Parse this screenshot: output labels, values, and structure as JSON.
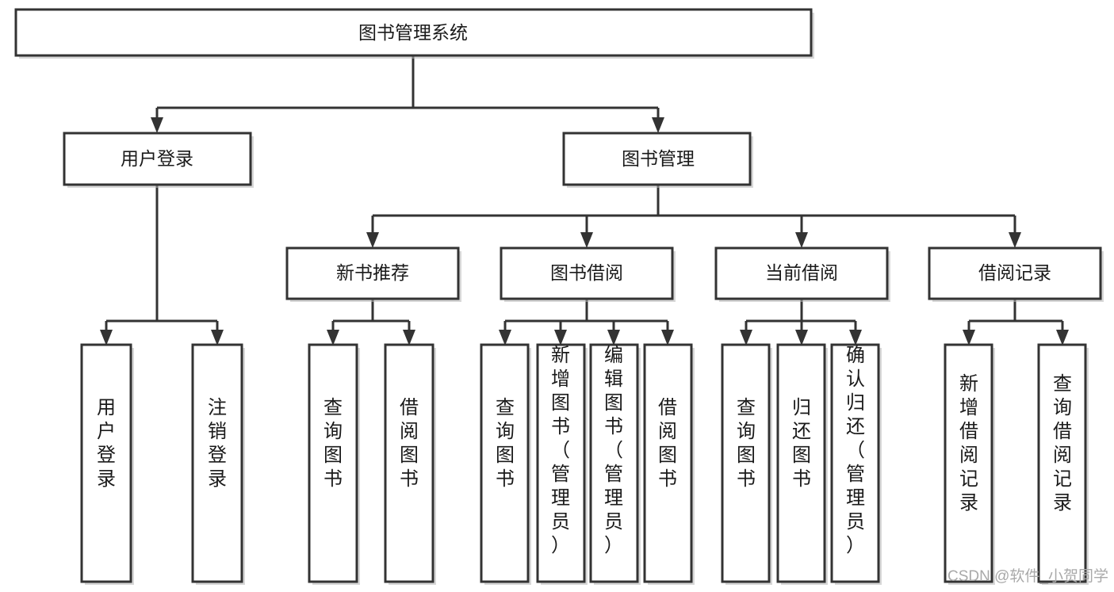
{
  "diagram": {
    "title": "图书管理系统",
    "type": "tree",
    "orientation": "top-down",
    "levels": [
      {
        "level": 1,
        "nodes": [
          {
            "id": "root",
            "label": "图书管理系统",
            "text_orientation": "horizontal"
          }
        ]
      },
      {
        "level": 2,
        "nodes": [
          {
            "id": "user-login",
            "label": "用户登录",
            "text_orientation": "horizontal",
            "parent": "root"
          },
          {
            "id": "book-manage",
            "label": "图书管理",
            "text_orientation": "horizontal",
            "parent": "root"
          }
        ]
      },
      {
        "level": 3,
        "nodes": [
          {
            "id": "new-book-rec",
            "label": "新书推荐",
            "text_orientation": "horizontal",
            "parent": "book-manage"
          },
          {
            "id": "book-borrow",
            "label": "图书借阅",
            "text_orientation": "horizontal",
            "parent": "book-manage"
          },
          {
            "id": "current-borrow",
            "label": "当前借阅",
            "text_orientation": "horizontal",
            "parent": "book-manage"
          },
          {
            "id": "borrow-record",
            "label": "借阅记录",
            "text_orientation": "horizontal",
            "parent": "book-manage"
          }
        ]
      },
      {
        "level": 4,
        "nodes": [
          {
            "id": "leaf-user-login",
            "label": "用户登录",
            "text_orientation": "vertical",
            "parent": "user-login"
          },
          {
            "id": "leaf-logout",
            "label": "注销登录",
            "text_orientation": "vertical",
            "parent": "user-login"
          },
          {
            "id": "leaf-query-book-1",
            "label": "查询图书",
            "text_orientation": "vertical",
            "parent": "new-book-rec"
          },
          {
            "id": "leaf-borrow-book-1",
            "label": "借阅图书",
            "text_orientation": "vertical",
            "parent": "new-book-rec"
          },
          {
            "id": "leaf-query-book-2",
            "label": "查询图书",
            "text_orientation": "vertical",
            "parent": "book-borrow"
          },
          {
            "id": "leaf-add-book",
            "label": "新增图书（管理员）",
            "text_orientation": "vertical",
            "parent": "book-borrow"
          },
          {
            "id": "leaf-edit-book",
            "label": "编辑图书（管理员）",
            "text_orientation": "vertical",
            "parent": "book-borrow"
          },
          {
            "id": "leaf-borrow-book-2",
            "label": "借阅图书",
            "text_orientation": "vertical",
            "parent": "book-borrow"
          },
          {
            "id": "leaf-query-book-3",
            "label": "查询图书",
            "text_orientation": "vertical",
            "parent": "current-borrow"
          },
          {
            "id": "leaf-return-book",
            "label": "归还图书",
            "text_orientation": "vertical",
            "parent": "current-borrow"
          },
          {
            "id": "leaf-confirm-return",
            "label": "确认归还（管理员）",
            "text_orientation": "vertical",
            "parent": "current-borrow"
          },
          {
            "id": "leaf-add-record",
            "label": "新增借阅记录",
            "text_orientation": "vertical",
            "parent": "borrow-record"
          },
          {
            "id": "leaf-query-record",
            "label": "查询借阅记录",
            "text_orientation": "vertical",
            "parent": "borrow-record"
          }
        ]
      }
    ],
    "colors": {
      "box_fill": "#ffffff",
      "box_stroke": "#333333",
      "text": "#1a1a1a",
      "connector": "#333333",
      "background": "#ffffff",
      "watermark": "#a9a9a9"
    }
  },
  "watermark": {
    "text": "CSDN @软件_小贺同学"
  }
}
